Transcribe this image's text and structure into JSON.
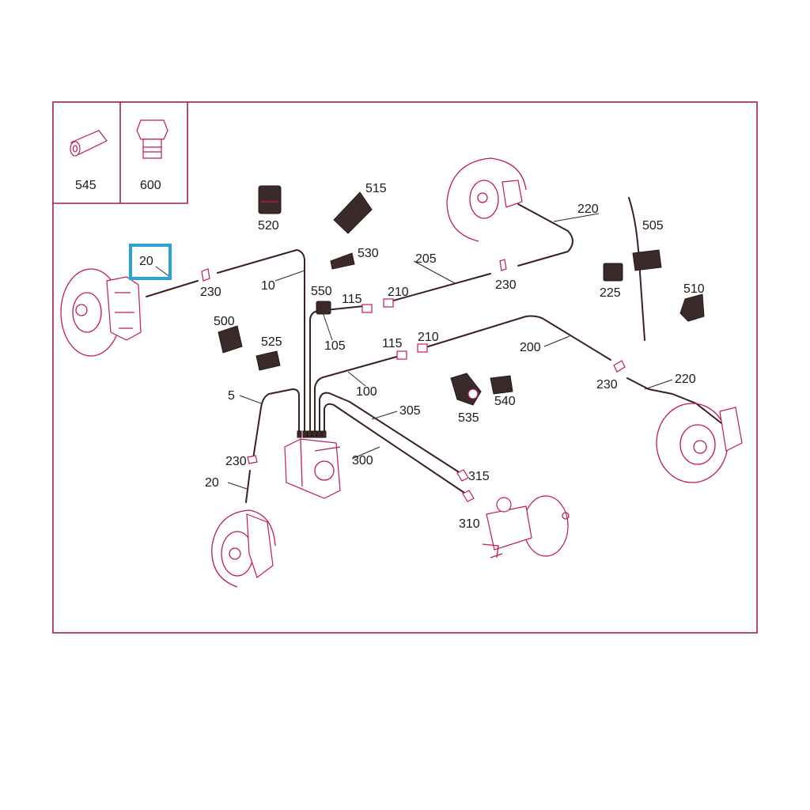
{
  "diagram": {
    "legend_parts": [
      {
        "id": "part-545",
        "number": "545"
      },
      {
        "id": "part-600",
        "number": "600"
      }
    ],
    "labels": {
      "l_20_hl": "20",
      "l_230_a": "230",
      "l_520": "520",
      "l_515": "515",
      "l_530": "530",
      "l_10": "10",
      "l_550": "550",
      "l_115_a": "115",
      "l_105": "105",
      "l_210_a": "210",
      "l_205": "205",
      "l_230_b": "230",
      "l_220_a": "220",
      "l_505": "505",
      "l_225": "225",
      "l_510": "510",
      "l_500": "500",
      "l_525": "525",
      "l_115_b": "115",
      "l_210_b": "210",
      "l_200": "200",
      "l_100": "100",
      "l_5": "5",
      "l_305": "305",
      "l_535": "535",
      "l_540": "540",
      "l_230_c": "230",
      "l_220_b": "220",
      "l_230_d": "230",
      "l_300": "300",
      "l_20_b": "20",
      "l_315": "315",
      "l_310": "310"
    },
    "highlight": {
      "label": "20",
      "color": "#29a3d6"
    },
    "colors": {
      "parts": "#c2185b",
      "lines": "#3a2020",
      "frame": "#a0204a"
    }
  }
}
